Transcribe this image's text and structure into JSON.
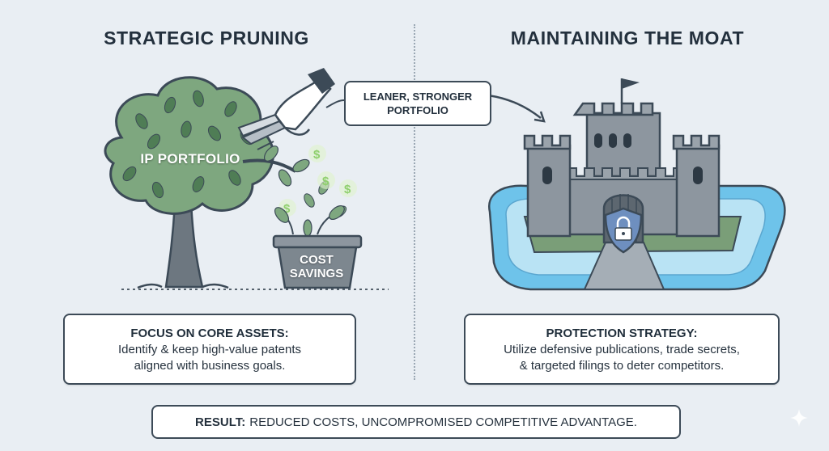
{
  "left_panel": {
    "title": "STRATEGIC PRUNING",
    "tree_label": "IP PORTFOLIO",
    "pot_label_line1": "COST",
    "pot_label_line2": "SAVINGS",
    "info_heading": "FOCUS ON CORE ASSETS:",
    "info_line1": "Identify & keep high-value patents",
    "info_line2": "aligned with business goals."
  },
  "callout": {
    "line1": "LEANER, STRONGER",
    "line2": "PORTFOLIO"
  },
  "right_panel": {
    "title": "MAINTAINING THE MOAT",
    "info_heading": "PROTECTION STRATEGY:",
    "info_line1": "Utilize defensive publications, trade secrets,",
    "info_line2": "& targeted filings to deter competitors."
  },
  "result": {
    "label": "RESULT:",
    "text": "REDUCED COSTS, UNCOMPROMISED COMPETITIVE ADVANTAGE."
  },
  "icons": {
    "tree": "tree-icon",
    "shears": "pruning-shears-icon",
    "pot": "plant-pot-icon",
    "castle": "castle-icon",
    "shield": "shield-lock-icon",
    "flag": "flag-icon",
    "sparkle": "sparkle-icon"
  },
  "colors": {
    "background": "#e9eef3",
    "outline": "#3c4a57",
    "foliage": "#7ea77f",
    "money": "#cfe9b5",
    "stone": "#8d969f",
    "moat_water": "#6ec3ea",
    "grass": "#7a9e78"
  }
}
